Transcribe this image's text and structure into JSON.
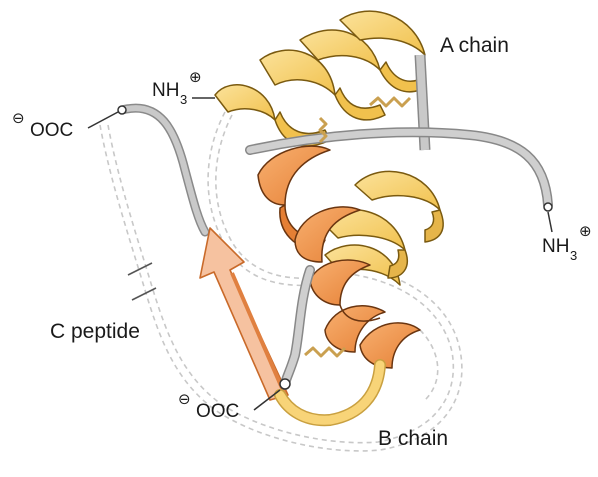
{
  "labels": {
    "a_chain": "A chain",
    "b_chain": "B chain",
    "c_peptide": "C peptide"
  },
  "termini": {
    "top_left_nh3": {
      "base": "NH",
      "sub": "3",
      "charge": "⊕"
    },
    "right_nh3": {
      "base": "NH",
      "sub": "3",
      "charge": "⊕"
    },
    "top_left_ooc": {
      "charge": "⊖",
      "text": "OOC"
    },
    "bottom_ooc": {
      "charge": "⊖",
      "text": "OOC"
    }
  },
  "colors": {
    "a_chain_helix": "#f8cf6a",
    "a_chain_helix_shade": "#e6b54a",
    "b_chain_helix": "#f4a25a",
    "b_chain_helix_shade": "#e0823a",
    "b_chain_strand": "#f6c2a0",
    "coil": "#b4b4b4",
    "c_peptide_dashed": "#c8c8c8",
    "disulfide": "#e8c07a"
  }
}
